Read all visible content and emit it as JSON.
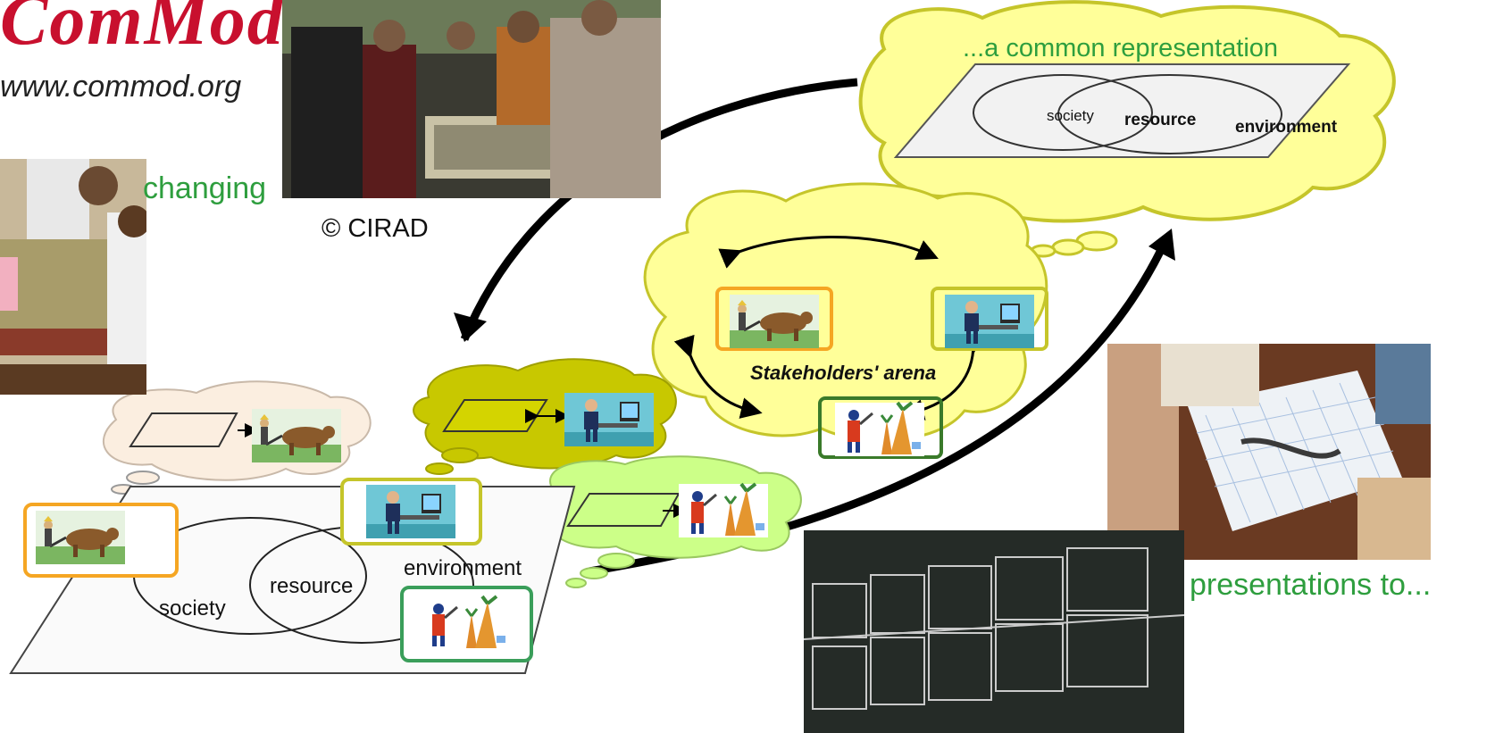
{
  "header": {
    "logo_text": "ComMod",
    "url": "www.commod.org",
    "copyright": "© CIRAD"
  },
  "captions": {
    "exchanging": "changing",
    "presentations_to": "presentations to...",
    "common_representation": "...a common representation"
  },
  "venn_common": {
    "society": "society",
    "resource": "resource",
    "environment": "environment"
  },
  "venn_individual": {
    "society": "society",
    "resource": "resource",
    "environment": "environment"
  },
  "arena": {
    "label": "Stakeholders' arena"
  },
  "colors": {
    "thought_yellow": "#ffff99",
    "thought_olive": "#c8c800",
    "thought_green": "#ccff88",
    "thought_beige": "#fbeee0",
    "frame_orange": "#f5a623",
    "frame_yellowgreen": "#c5c52a",
    "frame_green": "#3a9e5a",
    "arrow": "#000000",
    "caption_green": "#2e9e3e"
  },
  "icons": [
    "farmer-ox-icon",
    "office-worker-icon",
    "woodcutter-tree-icon"
  ]
}
